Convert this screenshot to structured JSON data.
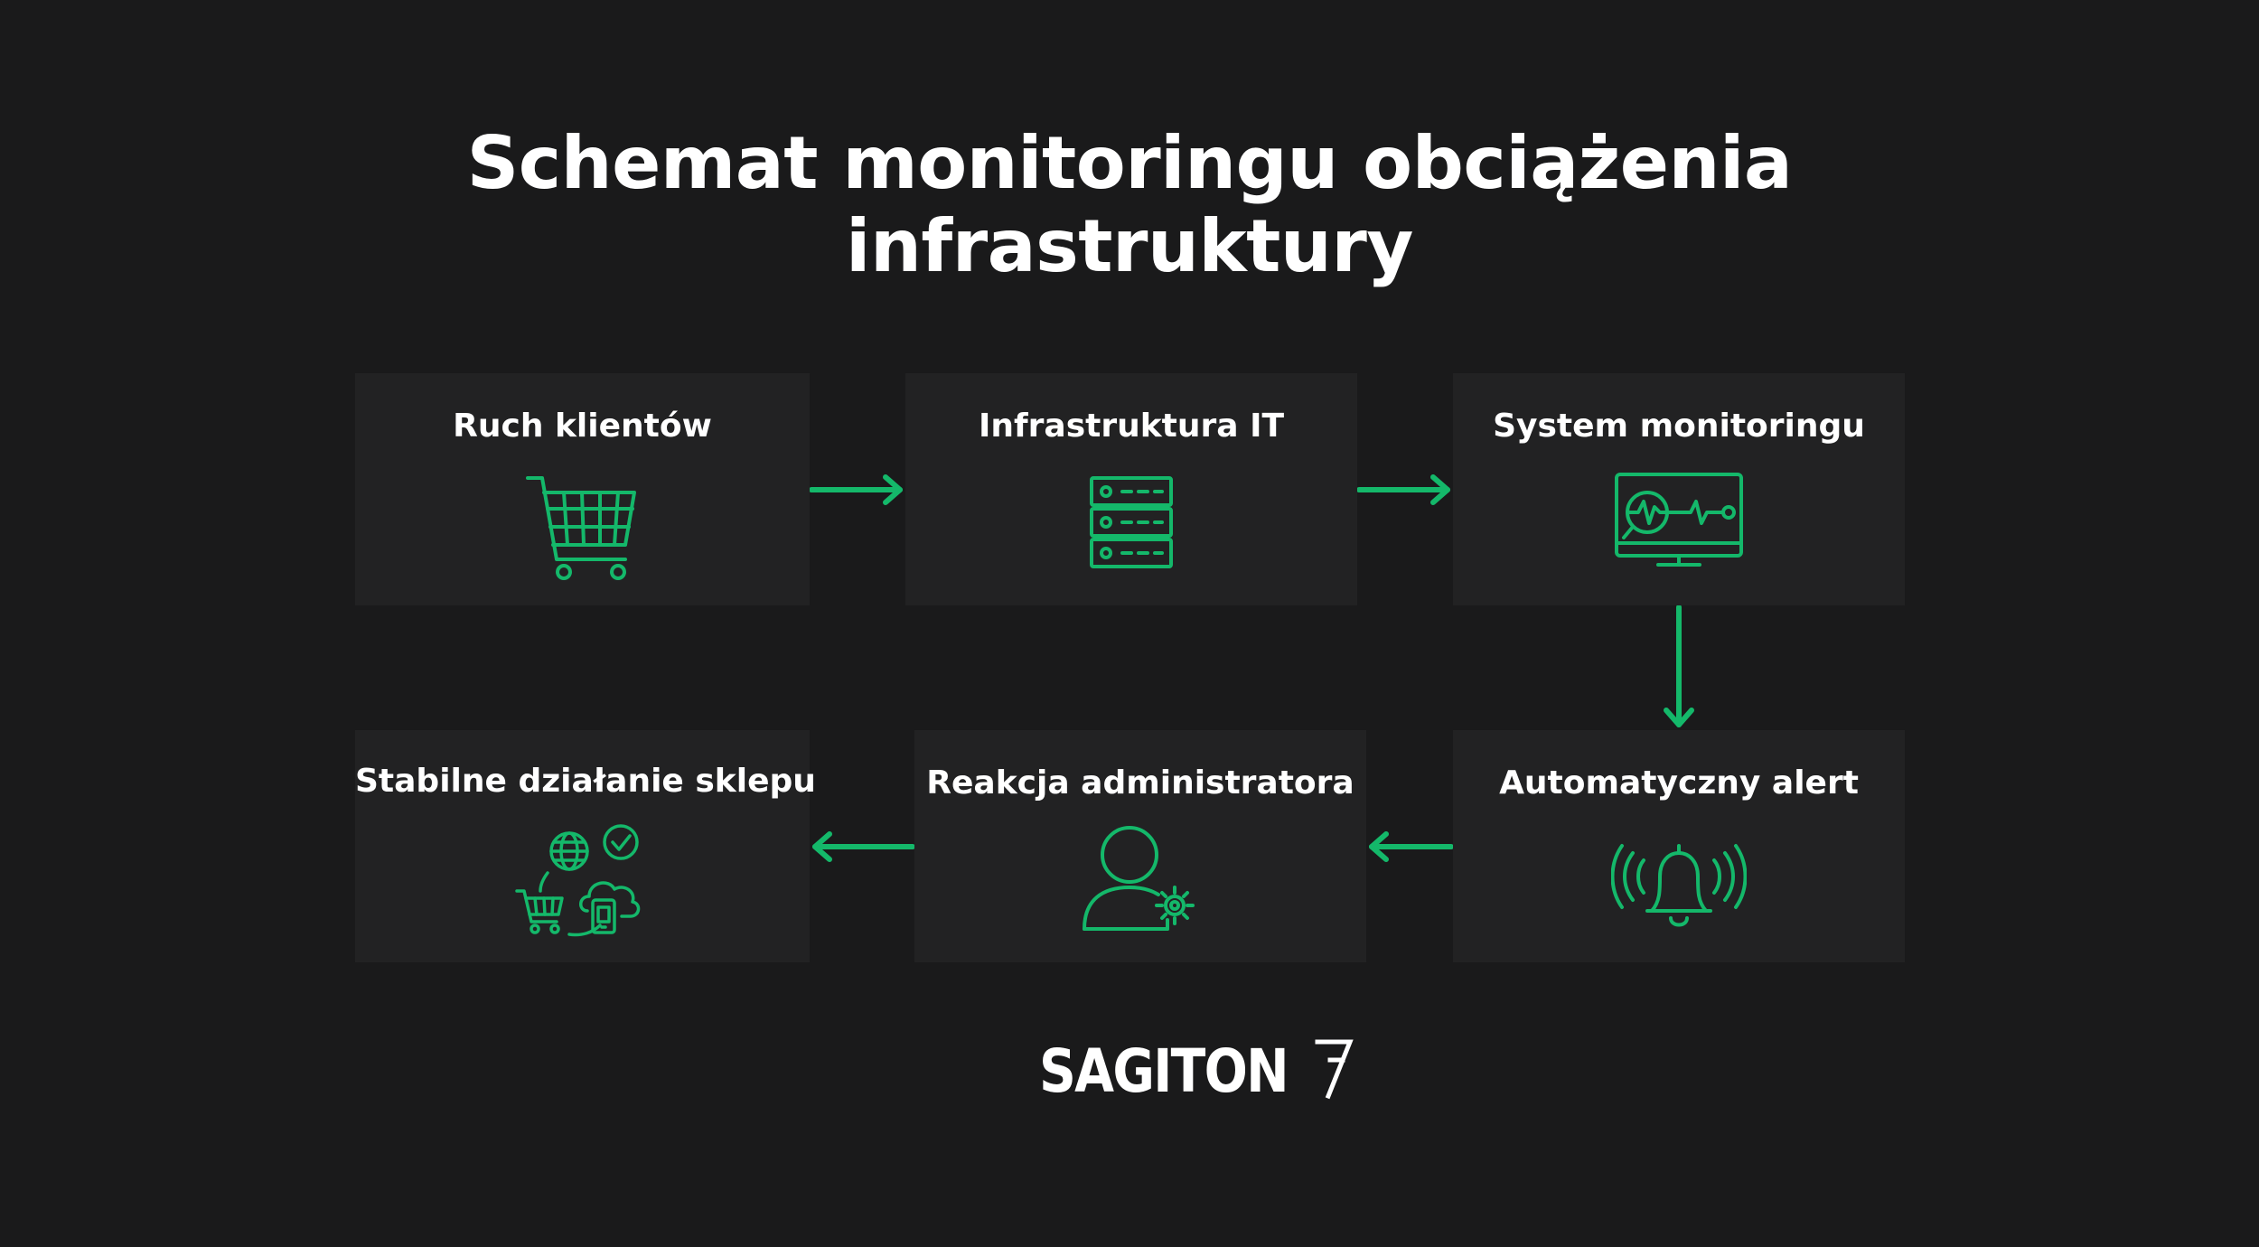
{
  "title": {
    "line1": "Schemat monitoringu obciążenia",
    "line2": "infrastruktury"
  },
  "nodes": [
    {
      "id": "customer-traffic",
      "label": "Ruch klientów",
      "icon": "shopping-cart-icon"
    },
    {
      "id": "it-infrastructure",
      "label": "Infrastruktura IT",
      "icon": "server-rack-icon"
    },
    {
      "id": "monitoring-system",
      "label": "System monitoringu",
      "icon": "monitor-analytics-icon"
    },
    {
      "id": "automatic-alert",
      "label": "Automatyczny alert",
      "icon": "alarm-bell-icon"
    },
    {
      "id": "admin-reaction",
      "label": "Reakcja administratora",
      "icon": "admin-user-gear-icon"
    },
    {
      "id": "stable-shop",
      "label": "Stabilne działanie sklepu",
      "icon": "ecommerce-cloud-icon"
    }
  ],
  "edges": [
    {
      "from": "customer-traffic",
      "to": "it-infrastructure"
    },
    {
      "from": "it-infrastructure",
      "to": "monitoring-system"
    },
    {
      "from": "monitoring-system",
      "to": "automatic-alert"
    },
    {
      "from": "automatic-alert",
      "to": "admin-reaction"
    },
    {
      "from": "admin-reaction",
      "to": "stable-shop"
    }
  ],
  "logo": {
    "text": "SAGITON",
    "mark": "7"
  },
  "colors": {
    "background": "#1a1a1b",
    "card": "#222223",
    "accent": "#14b86a",
    "text": "#ffffff"
  }
}
